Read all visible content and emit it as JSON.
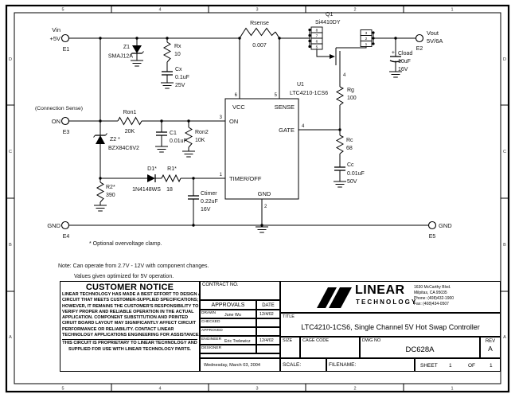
{
  "border_zones": {
    "columns": [
      "5",
      "4",
      "3",
      "2",
      "1"
    ],
    "rows": [
      "D",
      "C",
      "B",
      "A"
    ]
  },
  "schematic": {
    "terminals": {
      "e1": {
        "line1": "Vin",
        "line2": "+5V",
        "ref": "E1"
      },
      "e2": {
        "line1": "Vout",
        "line2": "5V/6A",
        "ref": "E2"
      },
      "e3": {
        "label": "ON",
        "ref": "E3",
        "note": "(Connection Sense)"
      },
      "e4": {
        "label": "GND",
        "ref": "E4"
      },
      "e5": {
        "label": "GND",
        "ref": "E5"
      }
    },
    "u1": {
      "ref": "U1",
      "part": "LTC4210-1CS6",
      "pins": {
        "vcc": {
          "name": "VCC",
          "num": "6"
        },
        "sense": {
          "name": "SENSE",
          "num": "5"
        },
        "on": {
          "name": "ON",
          "num": "3"
        },
        "gate": {
          "name": "GATE",
          "num": "4"
        },
        "timer": {
          "name": "TIMER/OFF",
          "num": "1"
        },
        "gnd": {
          "name": "GND",
          "num": "2"
        }
      }
    },
    "q1": {
      "ref": "Q1",
      "part": "Si4410DY",
      "pins_left": [
        "8",
        "7",
        "6",
        "5"
      ],
      "pins_right": [
        "3",
        "2",
        "1"
      ],
      "gate_pin": "4"
    },
    "components": {
      "z1": {
        "ref": "Z1",
        "value": "SMAJ12A"
      },
      "rx": {
        "ref": "Rx",
        "value": "10"
      },
      "cx": {
        "ref": "Cx",
        "value": "0.1uF",
        "rating": "25V"
      },
      "rsense": {
        "ref": "Rsense",
        "value": "0.007"
      },
      "cload": {
        "plus": "+",
        "ref": "Cload",
        "value": "10uF",
        "rating": "16V"
      },
      "ron1": {
        "ref": "Ron1",
        "value": "20K"
      },
      "c1": {
        "ref": "C1",
        "value": "0.01uF"
      },
      "ron2": {
        "ref": "Ron2",
        "value": "10K"
      },
      "z2": {
        "ref": "Z2 *",
        "value": "BZX84C6V2"
      },
      "r2": {
        "ref": "R2*",
        "value": "390"
      },
      "d1": {
        "ref": "D1*",
        "value": "1N4148WS"
      },
      "r1": {
        "ref": "R1*",
        "value": "18"
      },
      "ctimer": {
        "ref": "Ctimer",
        "value": "0.22uF",
        "rating": "16V"
      },
      "rg": {
        "ref": "Rg",
        "value": "100"
      },
      "rc": {
        "ref": "Rc",
        "value": "68"
      },
      "cc": {
        "ref": "Cc",
        "value": "0.01uF",
        "rating": "50V"
      }
    },
    "notes": {
      "clamp": "* Optional overvoltage clamp.",
      "line1": "Note: Can operate from 2.7V - 12V with component changes.",
      "line2": "Values given optimized for 5V operation."
    }
  },
  "titleblock": {
    "customer_notice": {
      "title": "CUSTOMER NOTICE",
      "lines": [
        "LINEAR TECHNOLOGY HAS MADE A BEST EFFORT TO DESIGN A",
        "CIRCUIT THAT MEETS CUSTOMER-SUPPLIED SPECIFICATIONS;",
        "HOWEVER, IT REMAINS THE CUSTOMER'S RESPONSIBILITY TO",
        "VERIFY PROPER AND RELIABLE OPERATION IN THE ACTUAL",
        "APPLICATION.  COMPONENT SUBSTITUTION AND PRINTED",
        "CIRUIT BOARD LAYOUT MAY SIGNIFICANTLY AFFECT CIRCUIT",
        "PERFORMANCE OR RELIABILITY.  CONTACT LINEAR",
        "TECHNOLOGY APPLICATIONS ENGINEERING FOR ASSISTANCE."
      ],
      "footer_lines": [
        "THIS CIRCUIT IS PROPRIETARY TO LINEAR TECHNOLOGY AND",
        "SUPPLIED FOR USE WITH LINEAR TECHNOLOGY PARTS."
      ]
    },
    "contract_label": "CONTRACT NO.",
    "approvals": {
      "header": "APPROVALS",
      "date_header": "DATE",
      "rows": [
        {
          "role": "DRAWN",
          "name": "June Wu",
          "date": "12/4/02"
        },
        {
          "role": "CHECKED",
          "name": "",
          "date": ""
        },
        {
          "role": "APPROVED",
          "name": "",
          "date": ""
        },
        {
          "role": "ENGINEER",
          "name": "Eric Trelewicz",
          "date": "12/4/02"
        },
        {
          "role": "DESIGNER",
          "name": "",
          "date": ""
        }
      ]
    },
    "print_date": "Wednesday, March 03, 2004",
    "company": {
      "name_top": "LINEAR",
      "name_bottom": "TECHNOLOGY",
      "address": [
        "1630 McCarthy Blvd.",
        "Milpitas, CA 95035",
        "Phone: (408)432-1900",
        "Fax: (408)434-0507"
      ]
    },
    "title_label": "TITLE",
    "title": "LTC4210-1CS6, Single Channel 5V Hot Swap Controller",
    "size_label": "SIZE",
    "cage_label": "CAGE CODE",
    "dwg_label": "DWG NO",
    "dwg_no": "DC628A",
    "rev_label": "REV",
    "rev": "A",
    "scale_label": "SCALE:",
    "filename_label": "FILENAME:",
    "sheet_label": "SHEET",
    "sheet_no": "1",
    "of_label": "OF",
    "sheet_total": "1"
  }
}
